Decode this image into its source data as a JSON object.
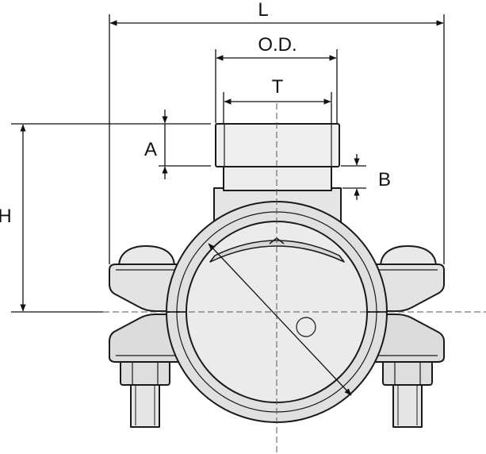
{
  "labels": {
    "L": "L",
    "OD": "O.D.",
    "T": "T",
    "A": "A",
    "B": "B",
    "H": "H"
  },
  "colors": {
    "body_fill": "#e2e2e2",
    "body_fill_light": "#efefef",
    "body_fill_dark": "#d2d2d2",
    "outline": "#1a1a1a",
    "dimension_line": "#111111",
    "center_line": "#555555"
  }
}
